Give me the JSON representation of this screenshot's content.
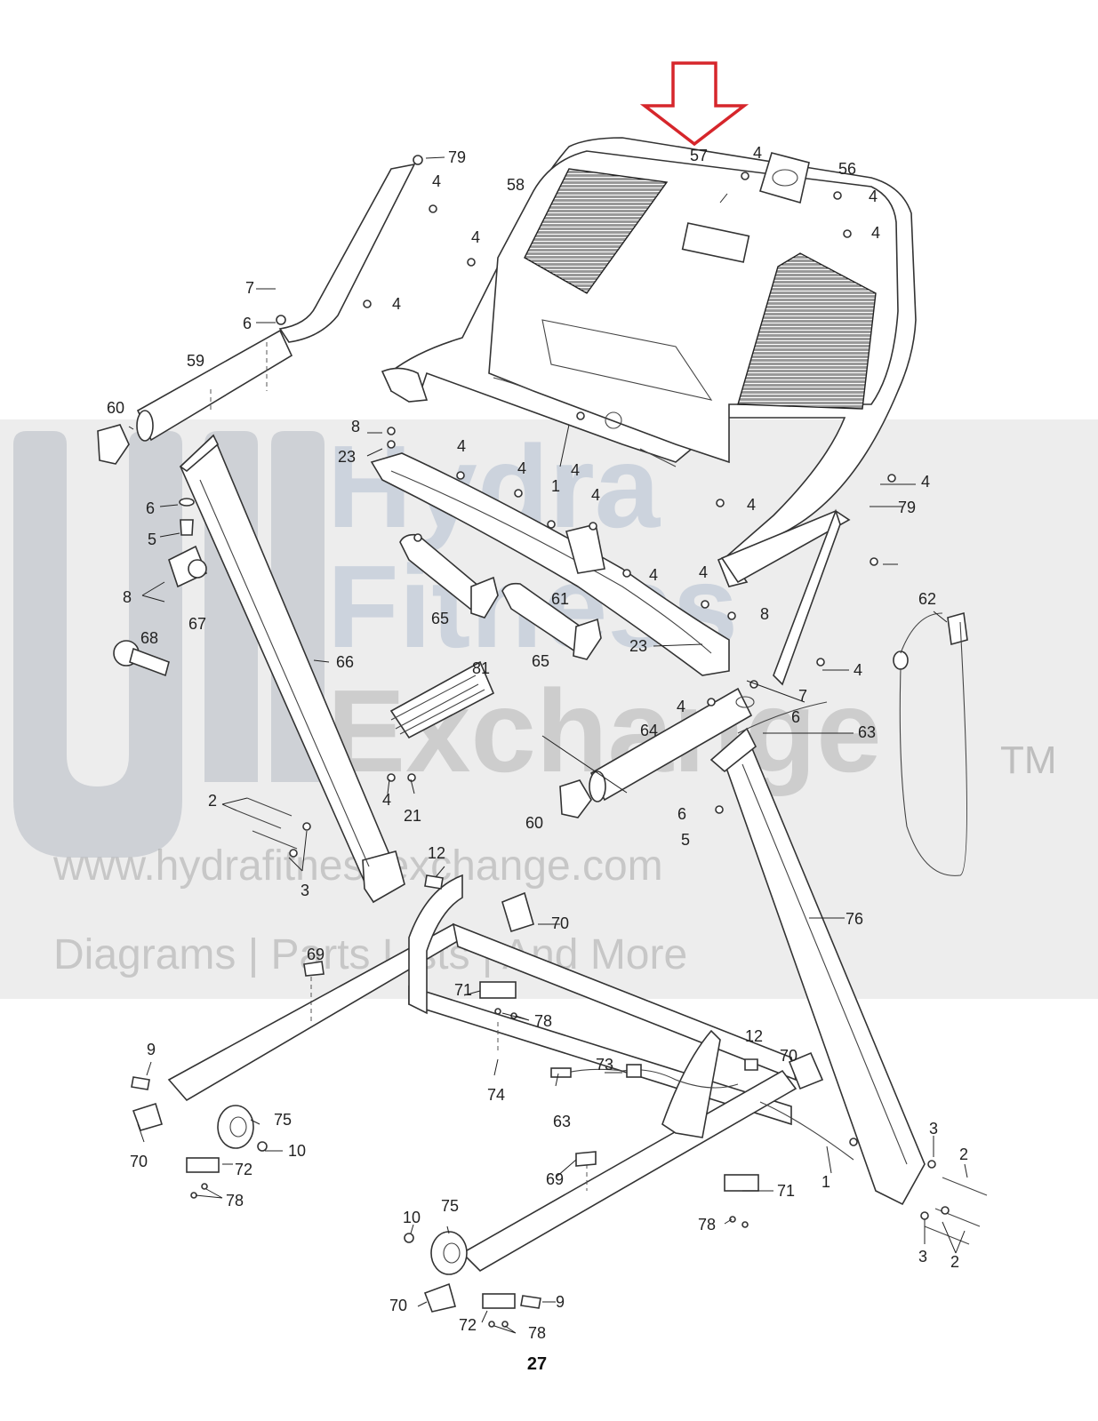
{
  "watermark": {
    "line1": "Hydra",
    "line2": "Fitness",
    "line3": "Exchange",
    "trademark": "TM",
    "url": "www.hydrafitnessexchange.com",
    "tagline": "Diagrams | Parts Lists | And More"
  },
  "page_number": "27",
  "highlight_arrow": {
    "color": "#d6262b",
    "target_part": "57"
  },
  "callouts": {
    "c79a": "79",
    "c4a": "4",
    "c58": "58",
    "c57": "57",
    "c4b": "4",
    "c56": "56",
    "c4c": "4",
    "c4d": "4",
    "c4e": "4",
    "c7a": "7",
    "c4f": "4",
    "c6a": "6",
    "c59": "59",
    "c60a": "60",
    "c8a": "8",
    "c23a": "23",
    "c4g": "4",
    "c4h": "4",
    "c1a": "1",
    "c4i": "4",
    "c4j": "4",
    "c4k": "4",
    "c79b": "79",
    "c4l": "4",
    "c6b": "6",
    "c5a": "5",
    "c8b": "8",
    "c67": "67",
    "c65a": "65",
    "c61": "61",
    "c4m": "4",
    "c4n": "4",
    "c62": "62",
    "c8c": "8",
    "c23b": "23",
    "c65b": "65",
    "c68": "68",
    "c66": "66",
    "c4o": "4",
    "c7b": "7",
    "c81": "81",
    "c4p": "4",
    "c6c": "6",
    "c64": "64",
    "c63a": "63",
    "c4q": "4",
    "c21": "21",
    "c2a": "2",
    "c60b": "60",
    "c6d": "6",
    "c5b": "5",
    "c3a": "3",
    "c12a": "12",
    "c70a": "70",
    "c76": "76",
    "c69a": "69",
    "c71a": "71",
    "c78a": "78",
    "c9a": "9",
    "c73": "73",
    "c12b": "12",
    "c70b": "70",
    "c74": "74",
    "c75a": "75",
    "c63b": "63",
    "c70c": "70",
    "c10a": "10",
    "c72a": "72",
    "c78b": "78",
    "c69b": "69",
    "c3b": "3",
    "c2b": "2",
    "c1b": "1",
    "c71b": "71",
    "c10b": "10",
    "c75b": "75",
    "c78c": "78",
    "c3c": "3",
    "c2c": "2",
    "c70d": "70",
    "c9b": "9",
    "c72b": "72",
    "c78d": "78"
  }
}
